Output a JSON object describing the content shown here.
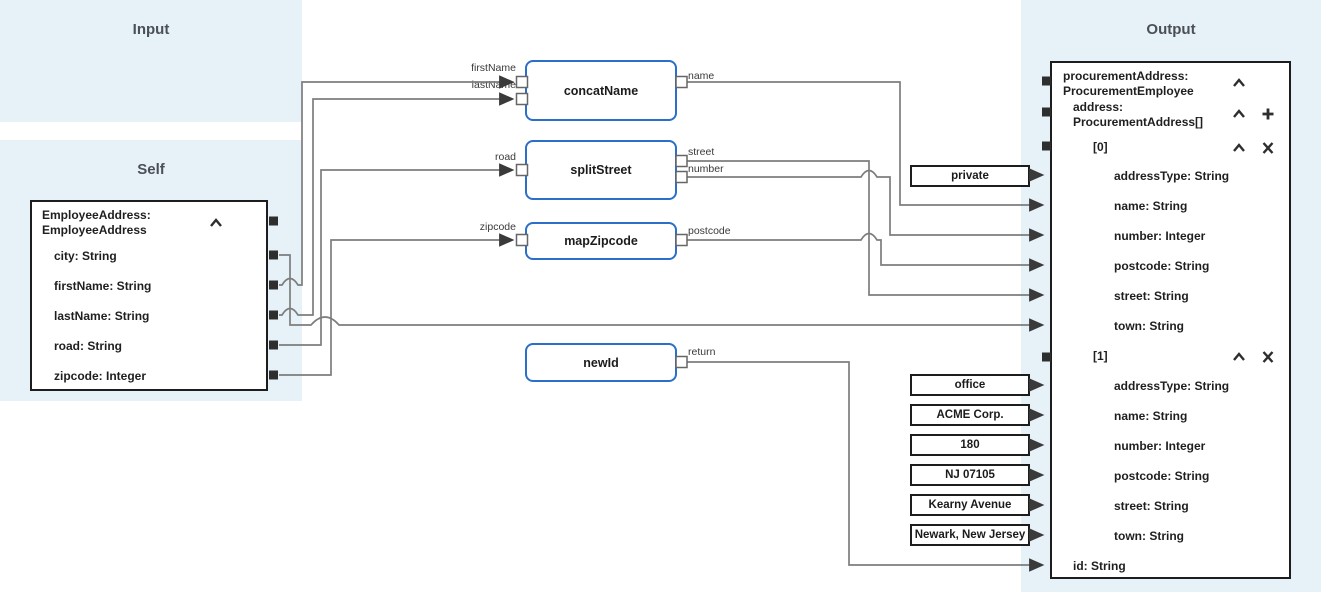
{
  "headers": {
    "input": "Input",
    "self": "Self",
    "output": "Output"
  },
  "source_card": {
    "title_line1": "EmployeeAddress:",
    "title_line2": "EmployeeAddress",
    "fields": [
      "city: String",
      "firstName: String",
      "lastName: String",
      "road: String",
      "zipcode: Integer"
    ]
  },
  "functions": [
    {
      "name": "concatName",
      "inputs": [
        "firstName",
        "lastName"
      ],
      "outputs": [
        "name"
      ]
    },
    {
      "name": "splitStreet",
      "inputs": [
        "road"
      ],
      "outputs": [
        "street",
        "number"
      ]
    },
    {
      "name": "mapZipcode",
      "inputs": [
        "zipcode"
      ],
      "outputs": [
        "postcode"
      ]
    },
    {
      "name": "newId",
      "inputs": [],
      "outputs": [
        "return"
      ]
    }
  ],
  "constants": [
    "private",
    "office",
    "ACME Corp.",
    "180",
    "NJ 07105",
    "Kearny Avenue",
    "Newark, New Jersey"
  ],
  "target_card": {
    "root_line1": "procurementAddress:",
    "root_line2": "ProcurementEmployee",
    "address_line1": "address:",
    "address_line2": "ProcurementAddress[]",
    "item0_label": "[0]",
    "item0_fields": [
      "addressType: String",
      "name: String",
      "number: Integer",
      "postcode: String",
      "street: String",
      "town: String"
    ],
    "item1_label": "[1]",
    "item1_fields": [
      "addressType: String",
      "name: String",
      "number: Integer",
      "postcode: String",
      "street: String",
      "town: String"
    ],
    "id_label": "id: String"
  },
  "colors": {
    "panel_blue": "#e7f1f8",
    "function_border": "#2b6fc8",
    "wire_gray": "#7d7d7d"
  }
}
